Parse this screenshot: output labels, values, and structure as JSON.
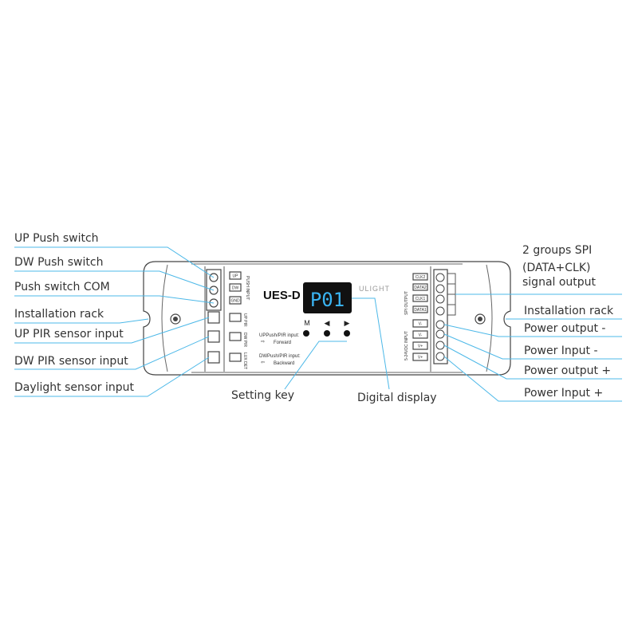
{
  "left_labels": {
    "up_push": "UP Push switch",
    "dw_push": "DW Push switch",
    "push_com": "Push switch COM",
    "install_rack": "Installation rack",
    "up_pir": "UP PIR sensor input",
    "dw_pir": "DW PIR sensor input",
    "daylight": "Daylight sensor input"
  },
  "right_labels": {
    "spi_line1": "2 groups SPI",
    "spi_line2": "(DATA+CLK)",
    "spi_line3": "signal output",
    "install_rack": "Installation rack",
    "power_out_minus": "Power output -",
    "power_in_minus": "Power Input -",
    "power_out_plus": "Power output +",
    "power_in_plus": "Power Input +"
  },
  "bottom_labels": {
    "setting_key": "Setting key",
    "digital_display": "Digital display"
  },
  "device": {
    "model": "UES-D",
    "brand": "ULIGHT",
    "display": "P01",
    "display_color": "#3ab4f2",
    "keys": [
      "M",
      "◀",
      "▶"
    ],
    "push_terminals": [
      "UP",
      "DW",
      "GND"
    ],
    "push_group": "PUSH INPUT",
    "pir_labels": [
      "UP PIR",
      "DW PIR",
      "LUX DET"
    ],
    "forward_note": "UPPush/PIR input:",
    "forward": "Forward",
    "backward_note": "DWPush/PIR input:",
    "backward": "Backward",
    "spi_terminals": [
      "CLK2",
      "DATA2",
      "CLK1",
      "DATA1"
    ],
    "spi_group": "SPI OUTPUT",
    "power_terminals": [
      "V-",
      "V-",
      "V+",
      "V+"
    ],
    "power_group": "5-24VDC INPUT"
  },
  "colors": {
    "leader": "#4cb8e8"
  }
}
